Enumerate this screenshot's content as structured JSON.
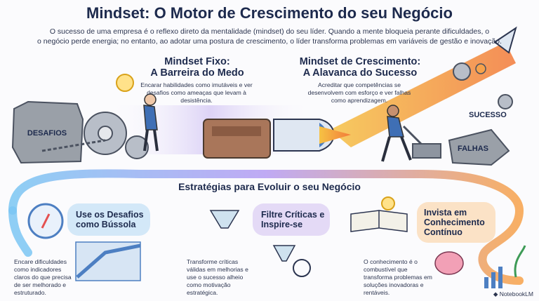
{
  "header": {
    "title": "Mindset: O Motor de Crescimento do seu Negócio",
    "intro_line1": "O sucesso de uma empresa é o reflexo direto da mentalidade (mindset) do seu líder. Quando a mente bloqueia perante dificuldades, o",
    "intro_line2": "o negócio perde energia; no entanto, ao adotar uma postura de crescimento, o líder transforma problemas em variáveis de gestão e inovação."
  },
  "fixed": {
    "title_line1": "Mindset Fixo:",
    "title_line2": "A Barreira do Medo",
    "desc": "Encarar habilidades como imutáveis e ver desafios como ameaças que levam à desistência.",
    "rock_label": "DESAFIOS"
  },
  "growth": {
    "title_line1": "Mindset de Crescimento:",
    "title_line2": "A Alavanca do Sucesso",
    "desc": "Acreditar que competências se desenvolvem com esforço e ver falhas como aprendizagem.",
    "success_label": "SUCESSO",
    "failures_label": "FALHAS"
  },
  "strategies": {
    "heading": "Estratégias para Evoluir o seu Negócio",
    "items": [
      {
        "title": "Use os Desafios como Bússola",
        "desc": "Encare dificuldades como indicadores claros do que precisa de ser melhorado e estruturado."
      },
      {
        "title": "Filtre Críticas e Inspire-se",
        "desc": "Transforme críticas válidas em melhorias e use o sucesso alheio como motivação estratégica."
      },
      {
        "title": "Invista em Conhecimento Contínuo",
        "desc": "O conhecimento é o combustível que transforma problemas em soluções inovadoras e rentáveis."
      }
    ]
  },
  "footer": {
    "brand": "NotebookLM"
  }
}
